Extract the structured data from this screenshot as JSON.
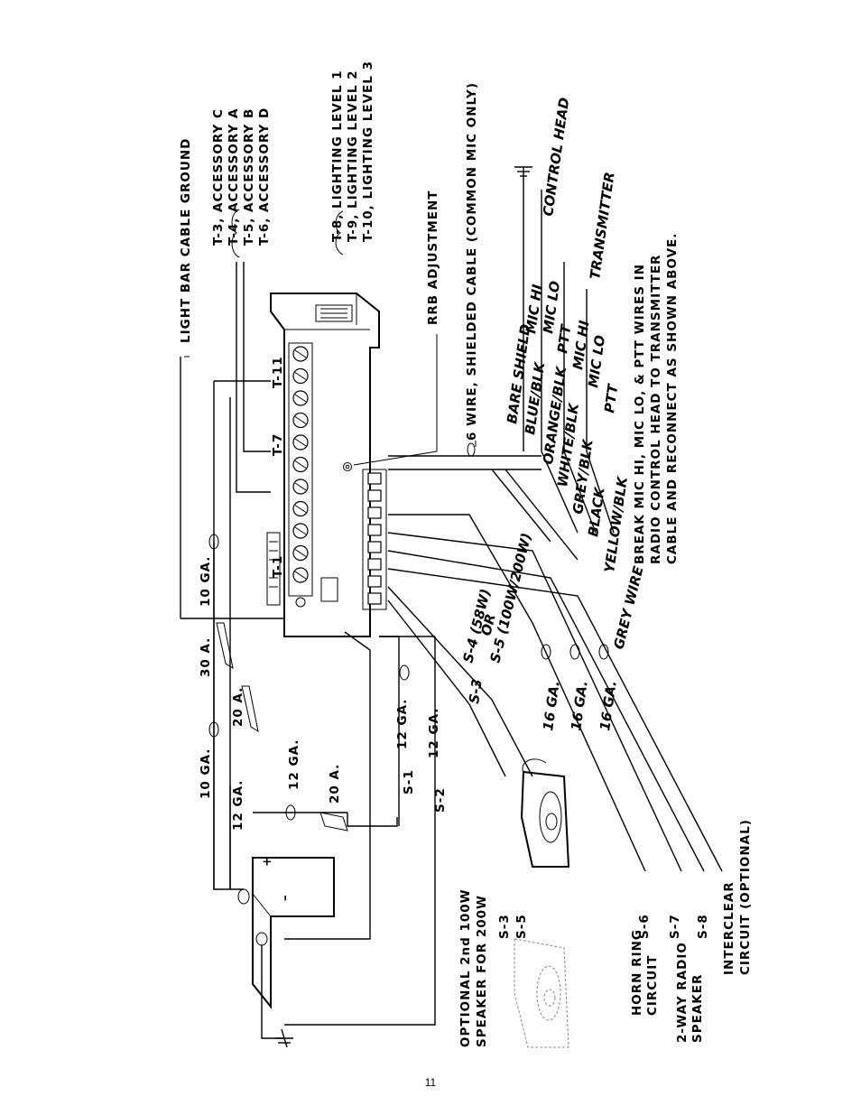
{
  "labels": {
    "ground": "LIGHT BAR CABLE GROUND",
    "t3": "T-3, ACCESSORY C",
    "t4": "T-4, ACCESSORY A",
    "t5": "T-5, ACCESSORY B",
    "t6": "T-6, ACCESSORY D",
    "t8": "T-8, LIGHTING LEVEL 1",
    "t9": "T-9, LIGHTING LEVEL 2",
    "t10": "T-10, LIGHTING LEVEL 3",
    "rrb": "RRB ADJUSTMENT",
    "cable6": "6 WIRE, SHIELDED CABLE (COMMON MIC ONLY)",
    "break1": "BREAK MIC HI, MIC LO, & PTT WIRES IN",
    "break2": "RADIO CONTROL HEAD TO TRANSMITTER",
    "break3": "CABLE AND RECONNECT AS SHOWN ABOVE.",
    "opt1": "OPTIONAL 2nd 100W",
    "opt2": "SPEAKER FOR 200W",
    "horn1": "HORN RING",
    "horn2": "CIRCUIT",
    "radio1": "2-WAY RADIO",
    "radio2": "SPEAKER",
    "inter1": "INTERCLEAR",
    "inter2": "CIRCUIT (OPTIONAL)",
    "s1": "S-1",
    "s2": "S-2",
    "s3": "S-3",
    "s5": "S-5",
    "s6": "S-6",
    "s7": "S-7",
    "s8": "S-8",
    "s3b": "S-3",
    "s4": "S-4 (58W)",
    "or": "OR",
    "s5b": "S-5 (100W/200W)",
    "t1": "T-1",
    "t7": "T-7",
    "t11": "T-11",
    "ga10a": "10 GA.",
    "ga10b": "10 GA.",
    "ga12a": "12 GA.",
    "ga12b": "12 GA.",
    "ga12c": "12 GA.",
    "ga12d": "12 GA.",
    "a30": "30 A.",
    "a20a": "20 A.",
    "a20b": "20 A.",
    "ga16a": "16 GA.",
    "ga16b": "16 GA.",
    "ga16c": "16 GA.",
    "greywire": "GREY WIRE",
    "plus": "+",
    "minus": "–"
  },
  "wires": {
    "w1": "BARE SHIELD",
    "w2": "BLUE/BLK",
    "w3": "ORANGE/BLK",
    "w4": "WHITE/BLK",
    "w5": "GREY/BLK",
    "w6": "BLACK",
    "w7": "YELLOW/BLK",
    "d1": "MIC HI",
    "d2": "MIC LO",
    "d3": "PTT",
    "d4": "MIC HI",
    "d5": "MIC LO",
    "d6": "PTT",
    "control": "CONTROL HEAD",
    "transmitter": "TRANSMITTER"
  },
  "page": {
    "number": "11"
  }
}
